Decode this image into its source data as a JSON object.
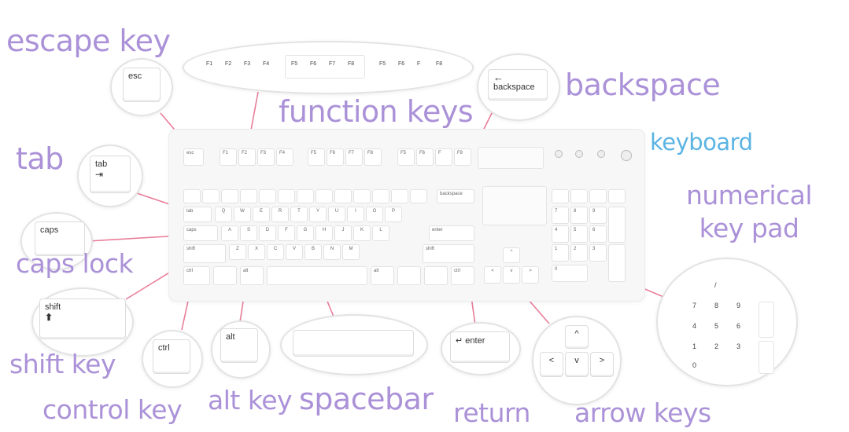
{
  "labels": {
    "escape_key": "escape key",
    "function_keys": "function keys",
    "backspace": "backspace",
    "keyboard": "keyboard",
    "tab": "tab",
    "numerical_key_pad_line1": "numerical",
    "numerical_key_pad_line2": "key pad",
    "caps_lock": "caps lock",
    "shift_key": "shift key",
    "control_key": "control key",
    "alt_key": "alt key",
    "spacebar": "spacebar",
    "return": "return",
    "arrow_keys": "arrow keys"
  },
  "zoom_keys": {
    "esc": "esc",
    "backspace": "backspace",
    "tab": "tab",
    "caps": "caps",
    "shift": "shift",
    "ctrl": "ctrl",
    "alt": "alt",
    "enter": "enter"
  },
  "function_row": [
    "F1",
    "F2",
    "F3",
    "F4",
    "F5",
    "F6",
    "F7",
    "F8",
    "F5",
    "F6",
    "F",
    "F8"
  ],
  "keyboard_keys": {
    "row1": [
      "Q",
      "W",
      "E",
      "R",
      "T",
      "Y",
      "U",
      "I",
      "O",
      "P"
    ],
    "row2": [
      "A",
      "S",
      "D",
      "F",
      "G",
      "H",
      "J",
      "K",
      "L"
    ],
    "row3": [
      "Z",
      "X",
      "C",
      "V",
      "B",
      "N",
      "M"
    ],
    "tab": "tab",
    "caps": "caps",
    "shift": "shift",
    "shift_r": "shift",
    "ctrl": "ctrl",
    "alt": "alt",
    "alt_r": "alt",
    "ctrl_r": "ctrl",
    "enter": "enter",
    "backspace": "backspace"
  },
  "numpad_keys": [
    "7",
    "8",
    "9",
    "4",
    "5",
    "6",
    "1",
    "2",
    "3",
    "0"
  ],
  "colors": {
    "label": "#ab92d8",
    "keyboard_label": "#5bb4e4",
    "leader_line": "#e97d98"
  }
}
